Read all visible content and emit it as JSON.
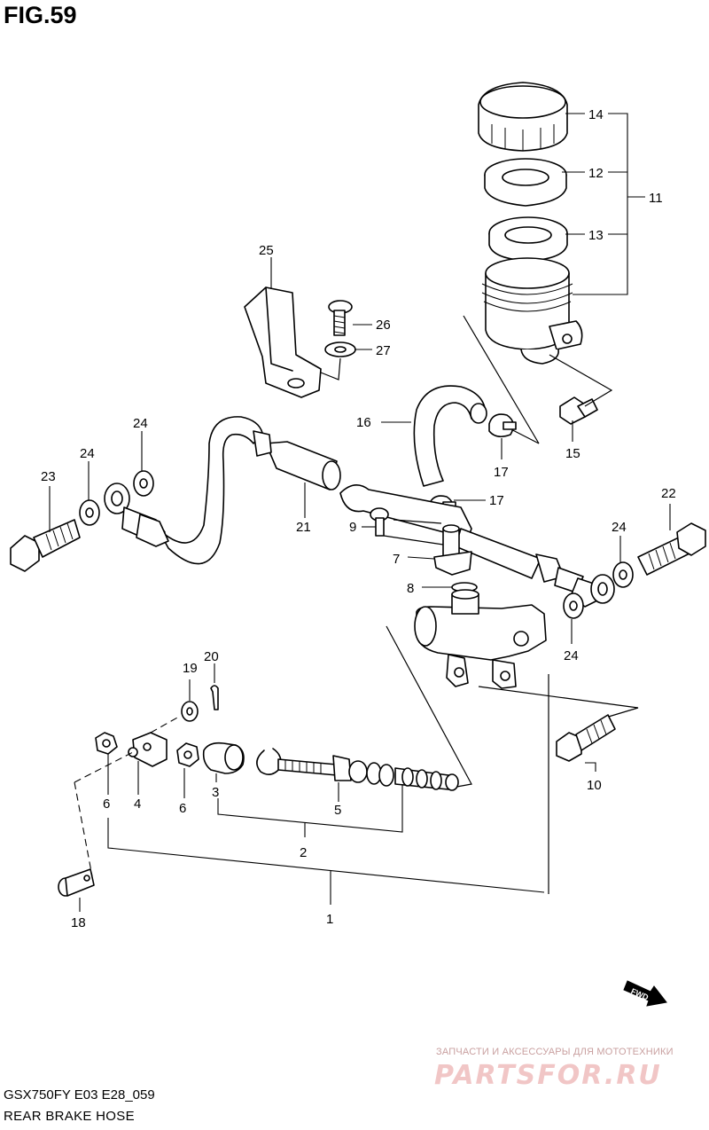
{
  "figure_title": "FIG.59",
  "model_code": "GSX750FY E03 E28_059",
  "section_name": "REAR BRAKE  HOSE",
  "fwd_label": "FWD",
  "watermark": {
    "tagline": "ЗАПЧАСТИ И АКСЕССУАРЫ ДЛЯ МОТОТЕХНИКИ",
    "logo": "PARTSFOR.RU"
  },
  "callouts": {
    "c1": "1",
    "c2": "2",
    "c3": "3",
    "c4": "4",
    "c5": "5",
    "c6a": "6",
    "c6b": "6",
    "c7": "7",
    "c8": "8",
    "c9": "9",
    "c10": "10",
    "c11": "11",
    "c12": "12",
    "c13": "13",
    "c14": "14",
    "c15": "15",
    "c16": "16",
    "c17a": "17",
    "c17b": "17",
    "c18": "18",
    "c19": "19",
    "c20": "20",
    "c21": "21",
    "c22": "22",
    "c23": "23",
    "c24a": "24",
    "c24b": "24",
    "c24c": "24",
    "c24d": "24",
    "c25": "25",
    "c26": "26",
    "c27": "27"
  },
  "colors": {
    "line": "#000000",
    "watermark": "#f1c6c6"
  }
}
